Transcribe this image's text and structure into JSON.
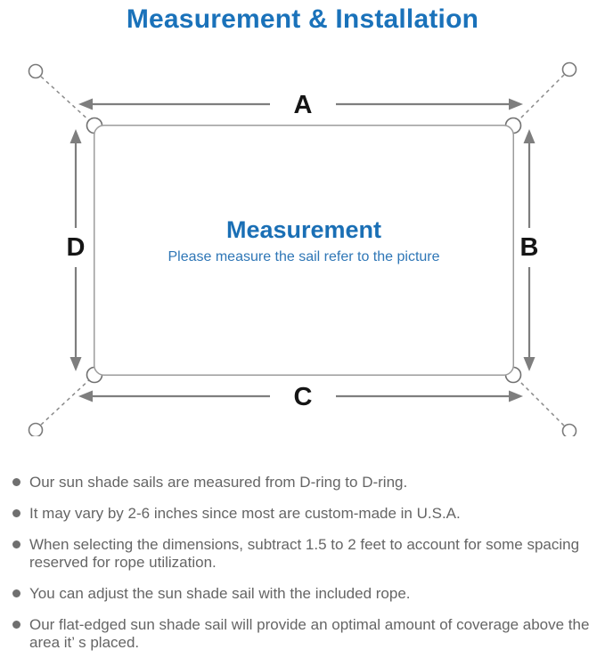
{
  "page": {
    "title": "Measurement & Installation"
  },
  "diagram": {
    "labels": {
      "top": "A",
      "right": "B",
      "bottom": "C",
      "left": "D"
    },
    "center": {
      "title": "Measurement",
      "subtitle": "Please measure the sail refer to the picture"
    },
    "icons": [
      "anchor-ring-top-left",
      "anchor-ring-top-right",
      "anchor-ring-bottom-left",
      "anchor-ring-bottom-right",
      "d-ring-top-left",
      "d-ring-top-right",
      "d-ring-bottom-left",
      "d-ring-bottom-right"
    ]
  },
  "notes": {
    "items": [
      "Our sun shade sails are measured from D-ring to D-ring.",
      "It may vary by 2-6 inches since most are custom-made in U.S.A.",
      "When selecting the dimensions, subtract 1.5 to 2 feet to account for some spacing reserved for rope utilization.",
      "You can adjust the sun shade sail with the included rope.",
      "Our flat-edged sun shade sail will provide an optimal amount of coverage above the area it’ s placed."
    ]
  },
  "colors": {
    "title_blue": "#1a72ba",
    "center_title_blue": "#1a6fb5",
    "center_subtitle_blue": "#2e76b6",
    "line_gray": "#7e7e7e",
    "rect_border_gray": "#9c9c9c",
    "note_text_gray": "#656565",
    "label_black": "#151515"
  }
}
